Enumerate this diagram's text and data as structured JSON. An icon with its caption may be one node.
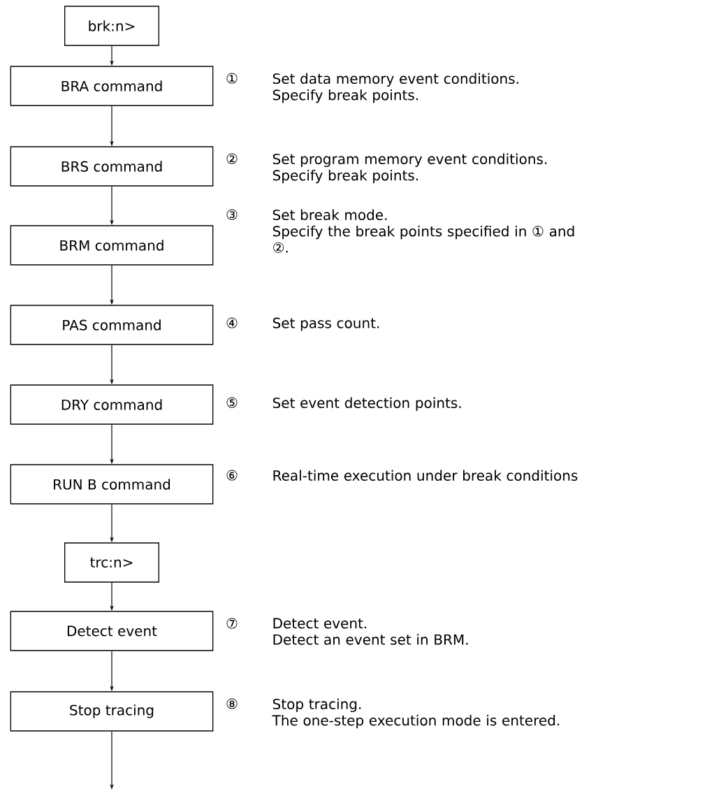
{
  "diagram": {
    "nodes": [
      {
        "text": [
          "brk:n>"
        ]
      },
      {
        "text": [
          "BRA command"
        ],
        "beside": [
          "①",
          "Set data memory event conditions.",
          "Specify break points."
        ]
      },
      {
        "text": [
          "BRS command"
        ],
        "beside": [
          "②",
          "Set program memory event conditions.",
          "Specify break points."
        ]
      },
      {
        "text": [
          "BRM command"
        ],
        "beside": [
          "③",
          "Set break mode.",
          "Specify the break points specified in ① and ②."
        ]
      },
      {
        "text": [
          "PAS command"
        ],
        "beside": [
          "④",
          "Set pass count."
        ]
      },
      {
        "text": [
          "DRY command"
        ],
        "beside": [
          "⑤",
          "Set event detection points."
        ]
      },
      {
        "text": [
          "RUN B command"
        ],
        "beside": [
          "⑥",
          "Real-time execution under break conditions"
        ]
      },
      {
        "text": [
          "trc:n>"
        ]
      },
      {
        "text": [
          "Detect event"
        ],
        "beside": [
          "⑦",
          "Detect event.",
          "Detect an event set in BRM."
        ]
      },
      {
        "text": [
          "Stop tracing"
        ],
        "beside": [
          "⑧",
          "Stop tracing.",
          "The one-step execution mode is entered."
        ]
      }
    ],
    "edges": [
      {
        "from": 0,
        "to": 1,
        "arrow": "to"
      },
      {
        "from": 1,
        "to": 2,
        "arrow": "to"
      },
      {
        "from": 2,
        "to": 3,
        "arrow": "to"
      },
      {
        "from": 3,
        "to": 4,
        "arrow": "to"
      },
      {
        "from": 4,
        "to": 5,
        "arrow": "to"
      },
      {
        "from": 5,
        "to": 6,
        "arrow": "to"
      },
      {
        "from": 6,
        "to": 7,
        "arrow": "to"
      },
      {
        "from": 7,
        "to": 8,
        "arrow": "to"
      },
      {
        "from": 8,
        "to": 9,
        "arrow": "to"
      },
      {
        "from": 9,
        "to": null,
        "arrow": "to"
      }
    ]
  }
}
